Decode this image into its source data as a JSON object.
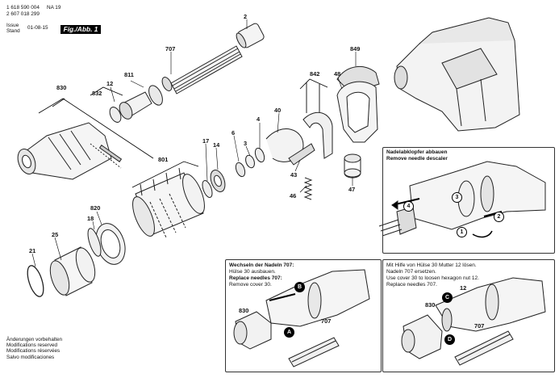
{
  "header": {
    "line1_a": "1 618 590 004",
    "line1_b": "NA 19",
    "line2": "2 607 018 299",
    "issue_label_1": "Issue",
    "issue_label_2": "Stand",
    "issue_date": "01-08-15",
    "fig_label": "Fig./Abb. 1"
  },
  "parts": {
    "p2": "2",
    "p707": "707",
    "p849": "849",
    "p811": "811",
    "p12": "12",
    "p830": "830",
    "p832": "832",
    "p842": "842",
    "p48": "48",
    "p40": "40",
    "p4": "4",
    "p6": "6",
    "p3": "3",
    "p14": "14",
    "p17": "17",
    "p801": "801",
    "p43": "43",
    "p46": "46",
    "p47": "47",
    "p820": "820",
    "p18": "18",
    "p25": "25",
    "p21": "21"
  },
  "panel_descaler": {
    "line1": "Nadelabklopfer abbauen",
    "line2": "Remove needle descaler",
    "steps": [
      "1",
      "2",
      "3",
      "4"
    ]
  },
  "panel_needles_a": {
    "line1": "Wechseln der Nadeln 707:",
    "line2": "Hülse 30 ausbauen.",
    "line3": "Replace needles 707:",
    "line4": "Remove cover 30.",
    "lbl830": "830",
    "lbl707": "707",
    "steps": [
      "A",
      "B"
    ]
  },
  "panel_needles_b": {
    "line1": "Mit Hilfe von Hülse 30 Mutter 12 lösen.",
    "line2": "Nadeln 707 ersetzen.",
    "line3": "Use cover 30 to loosen hexagon nut 12.",
    "line4": "Replace needles 707.",
    "lbl12": "12",
    "lbl830": "830",
    "lbl707": "707",
    "steps": [
      "C",
      "D"
    ]
  },
  "footer": {
    "line1": "Änderungen vorbehalten",
    "line2": "Modifications reserved",
    "line3": "Modifications réservées",
    "line4": "Salvo modificaciones"
  }
}
